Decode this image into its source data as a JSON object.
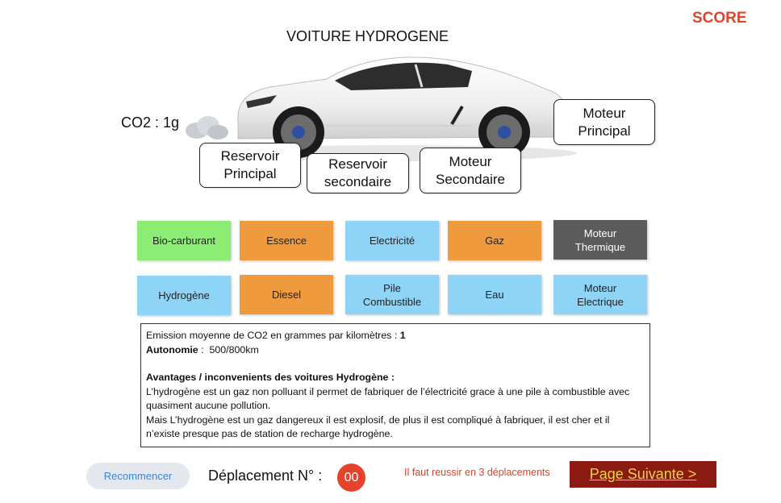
{
  "header": {
    "score_label": "SCORE",
    "title": "VOITURE HYDROGENE"
  },
  "co2_label": "CO2 : 1g",
  "slots": {
    "moteur_principal": "Moteur\nPrincipal",
    "reservoir_principal": "Reservoir\nPrincipal",
    "reservoir_secondaire": "Reservoir\nsecondaire",
    "moteur_secondaire": "Moteur\nSecondaire"
  },
  "tiles": [
    {
      "label": "Bio-carburant",
      "color": "#8ced75"
    },
    {
      "label": "Essence",
      "color": "#ef9a3c"
    },
    {
      "label": "Electricité",
      "color": "#8ed4f7"
    },
    {
      "label": "Gaz",
      "color": "#ef9a3c"
    },
    {
      "label": "Moteur\nThermique",
      "color": "#5b5b5b"
    },
    {
      "label": "Hydrogène",
      "color": "#8ed4f7"
    },
    {
      "label": "Diesel",
      "color": "#ef9a3c"
    },
    {
      "label": "Pile\nCombustible",
      "color": "#8ed4f7"
    },
    {
      "label": "Eau",
      "color": "#8ed4f7"
    },
    {
      "label": "Moteur\nElectrique",
      "color": "#8ed4f7"
    }
  ],
  "info": {
    "emission_text": "Emission moyenne de CO2 en grammes par kilomètres : ",
    "emission_value": "1",
    "autonomie_label": "Autonomie",
    "autonomie_value": " :  500/800km",
    "avantages_title": "Avantages / inconvenients des voitures Hydrogène :",
    "paragraph1": "L’hydrogène est un gaz non polluant il permet de fabriquer de l’électricité grace à une pile à combustible avec quasiment aucune pollution.",
    "paragraph2": "Mais L’hydrogène est un gaz dangereux il est explosif, de plus il est compliqué à fabriquer, il est cher et il n’existe presque pas de station de recharge hydrogène."
  },
  "footer": {
    "restart_label": "Recommencer",
    "moves_label": "Déplacement N° :",
    "moves_value": "00",
    "hint": "Il faut reussir en 3 déplacements",
    "next_label": "Page Suivante >"
  },
  "colors": {
    "accent": "#e5432b",
    "next_bg": "#8b1a12",
    "next_text": "#f2d14a"
  }
}
